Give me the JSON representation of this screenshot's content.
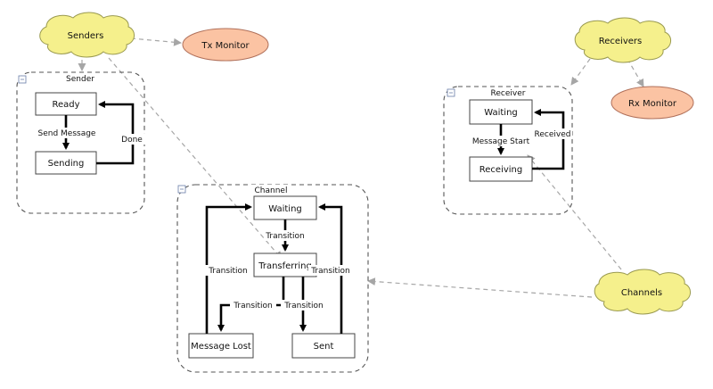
{
  "colors": {
    "cloud_fill": "#f5f08c",
    "monitor_fill": "#fbc3a3",
    "connector": "#000000",
    "dependency": "#a6a6a6"
  },
  "actors": {
    "senders": "Senders",
    "receivers": "Receivers",
    "channels": "Channels"
  },
  "monitors": {
    "tx": "Tx Monitor",
    "rx": "Rx Monitor"
  },
  "sender": {
    "title": "Sender",
    "states": {
      "ready": "Ready",
      "sending": "Sending"
    },
    "transitions": {
      "send_message": "Send Message",
      "done": "Done"
    }
  },
  "receiver": {
    "title": "Receiver",
    "states": {
      "waiting": "Waiting",
      "receiving": "Receiving"
    },
    "transitions": {
      "message_start": "Message Start",
      "received": "Received"
    }
  },
  "channel": {
    "title": "Channel",
    "states": {
      "waiting": "Waiting",
      "transferring": "Transferring",
      "message_lost": "Message Lost",
      "sent": "Sent"
    },
    "transitions": {
      "waiting_to_transferring": "Transition",
      "lost_to_waiting": "Transition",
      "sent_to_waiting": "Transition",
      "transferring_to_lost": "Transition",
      "transferring_to_sent": "Transition"
    }
  }
}
